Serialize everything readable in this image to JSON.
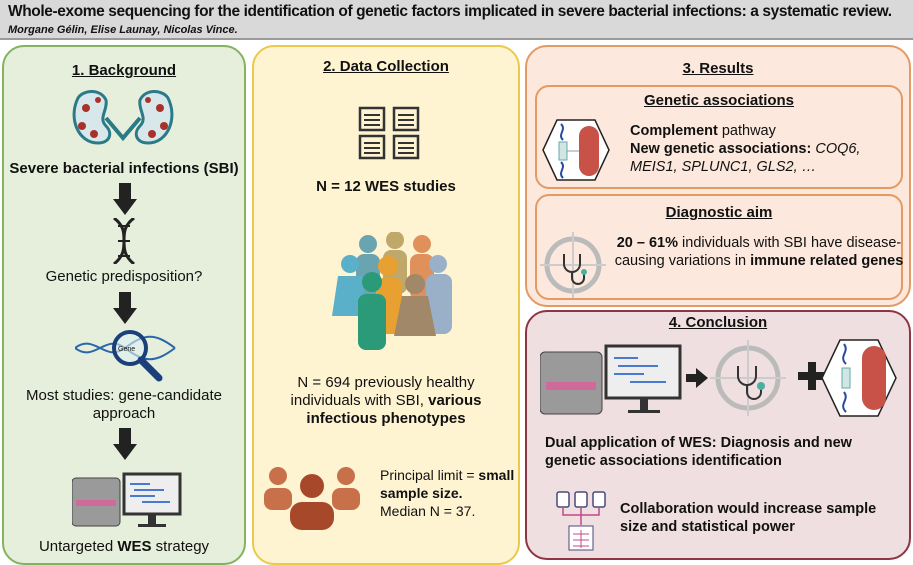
{
  "header": {
    "title": "Whole-exome sequencing for the identification of genetic factors implicated in severe bacterial infections: a systematic review.",
    "authors": "Morgane Gélin, Elise Launay, Nicolas Vince",
    "authors_suffix": "."
  },
  "background": {
    "heading": "1. Background",
    "sbi": "Severe bacterial infections (SBI)",
    "predisposition": "Genetic predisposition?",
    "gene_label": "Gene",
    "studies": "Most studies: gene-candidate approach",
    "strategy_pre": "Untargeted ",
    "strategy_bold": "WES",
    "strategy_post": " strategy"
  },
  "data_collection": {
    "heading": "2. Data Collection",
    "n_studies": "N = 12 WES studies",
    "n_individuals": "N = 694 previously healthy individuals with SBI, ",
    "phenotypes": "various infectious phenotypes",
    "limit": "Principal limit = ",
    "limit_bold": "small sample size.",
    "median": "Median N = 37."
  },
  "results": {
    "heading": "3. Results",
    "genetic": {
      "heading": "Genetic associations",
      "complement_bold": "Complement",
      "complement": " pathway",
      "new_bold": "New genetic associations: ",
      "genes1": "COQ6,",
      "genes2": "MEIS1, SPLUNC1, GLS2, …"
    },
    "diagnostic": {
      "heading": "Diagnostic aim",
      "pct_bold": "20 – 61%",
      "text": " individuals with SBI have disease-causing variations in ",
      "genes_bold": "immune related genes"
    }
  },
  "conclusion": {
    "heading": "4. Conclusion",
    "dual": "Dual application of WES: Diagnosis and new genetic associations identification",
    "collab": "Collaboration would increase sample size and statistical power"
  }
}
